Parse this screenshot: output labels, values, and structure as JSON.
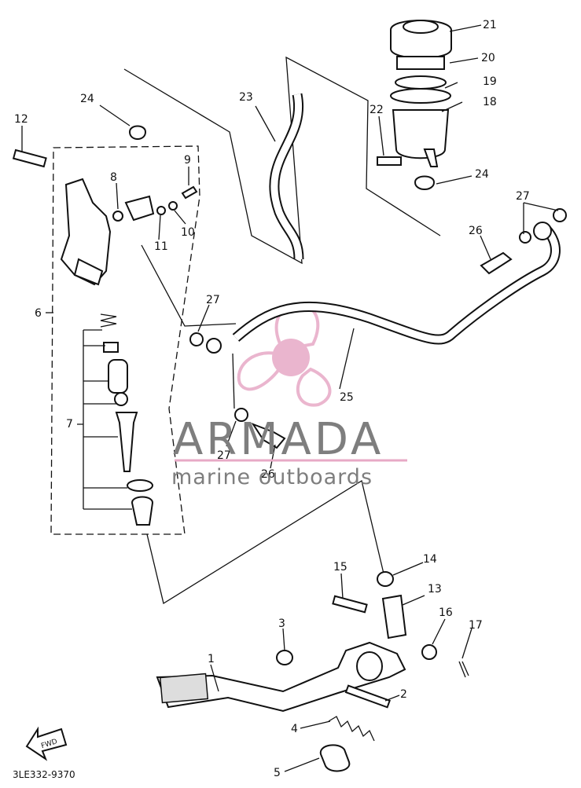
{
  "diagram": {
    "code": "3LE332-9370",
    "fwd_label": "FWD",
    "callouts": [
      "1",
      "2",
      "3",
      "4",
      "5",
      "6",
      "7",
      "8",
      "9",
      "10",
      "11",
      "12",
      "13",
      "14",
      "15",
      "16",
      "17",
      "18",
      "19",
      "20",
      "21",
      "22",
      "23",
      "24",
      "25",
      "26",
      "27"
    ]
  },
  "watermark": {
    "brand": "ARMADA",
    "tagline": "marine outboards",
    "logo_color": "#e7a9c6",
    "line_color": "#e7a9c6"
  }
}
